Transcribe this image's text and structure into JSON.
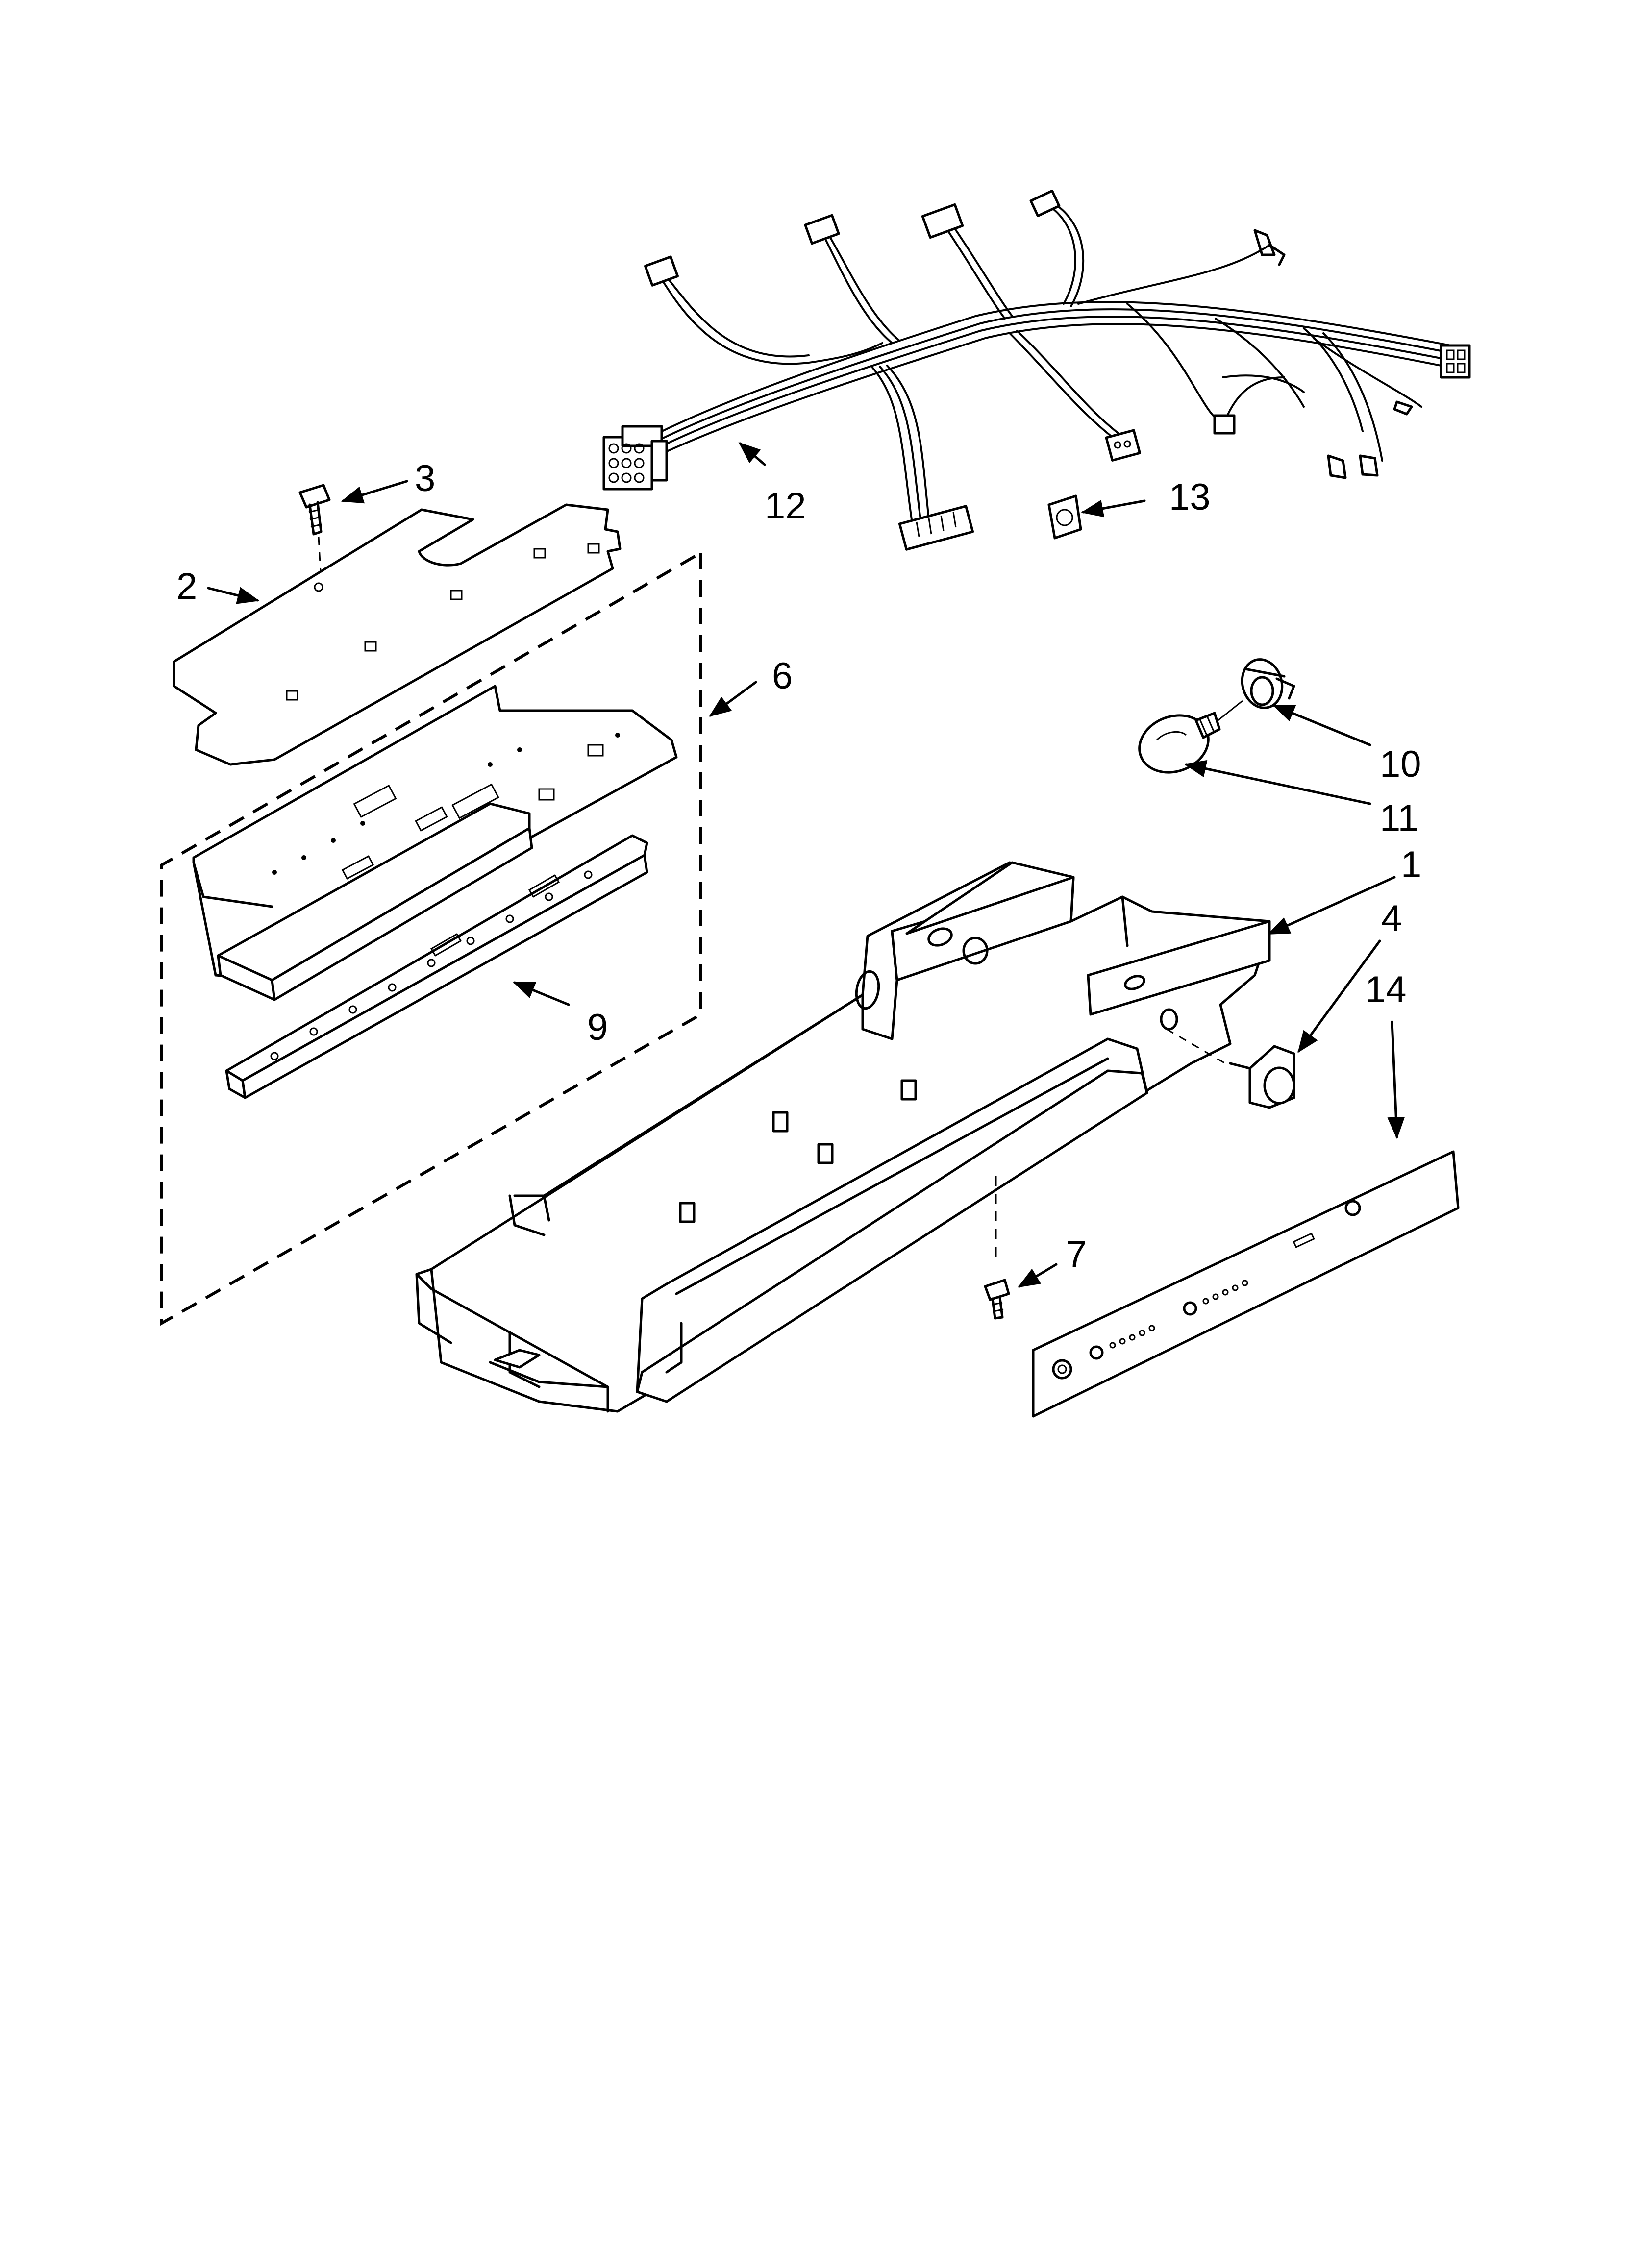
{
  "diagram": {
    "callouts": [
      {
        "id": "1",
        "label": "1"
      },
      {
        "id": "2",
        "label": "2"
      },
      {
        "id": "3",
        "label": "3"
      },
      {
        "id": "4",
        "label": "4"
      },
      {
        "id": "6",
        "label": "6"
      },
      {
        "id": "7",
        "label": "7"
      },
      {
        "id": "9",
        "label": "9"
      },
      {
        "id": "10",
        "label": "10"
      },
      {
        "id": "11",
        "label": "11"
      },
      {
        "id": "12",
        "label": "12"
      },
      {
        "id": "13",
        "label": "13"
      },
      {
        "id": "14",
        "label": "14"
      }
    ]
  }
}
